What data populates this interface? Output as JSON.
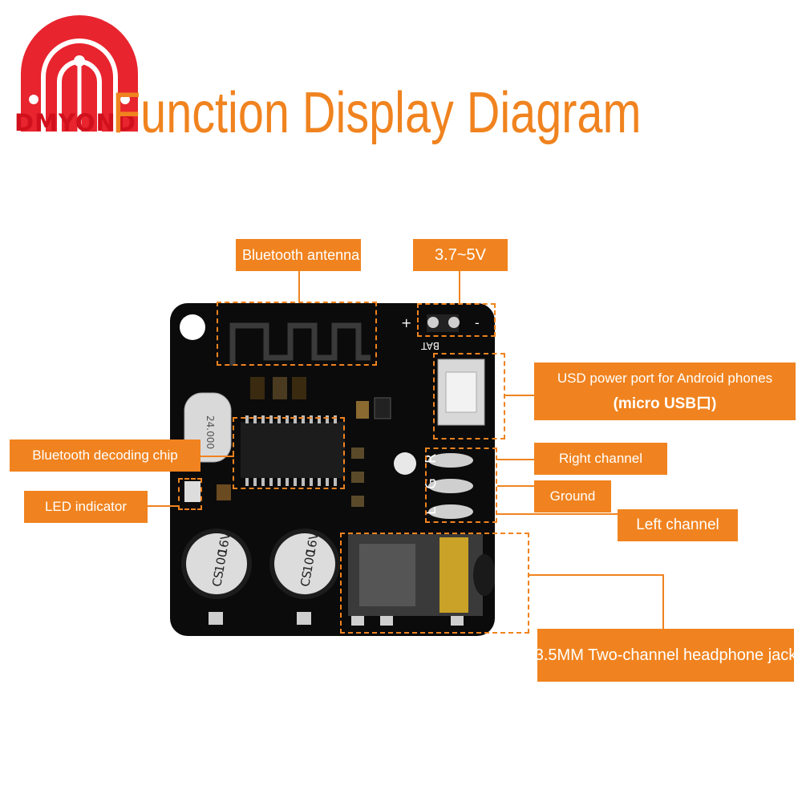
{
  "brand": {
    "name": "DMYOND"
  },
  "title": "Function Display Diagram",
  "colors": {
    "accent": "#f0831f",
    "brand": "#d0101c",
    "pcb": "#0b0b0b",
    "gold": "#c9a227"
  },
  "labels": {
    "antenna": "Bluetooth antenna",
    "voltage": "3.7~5V",
    "usb_line1": "USD power port for Android phones",
    "usb_line2": "(micro USB口)",
    "chip": "Bluetooth decoding chip",
    "led": "LED indicator",
    "right": "Right channel",
    "ground": "Ground",
    "left": "Left channel",
    "jack": "3.5MM Two-channel headphone jack"
  },
  "board": {
    "bat_plus": "+",
    "bat_minus": "-",
    "bat_label": "BAT",
    "ch_r": "R",
    "ch_g": "G",
    "ch_l": "L",
    "cap_text_1": "CS",
    "cap_text_2": "100",
    "cap_text_3": "16V",
    "crystal": "24.000"
  }
}
